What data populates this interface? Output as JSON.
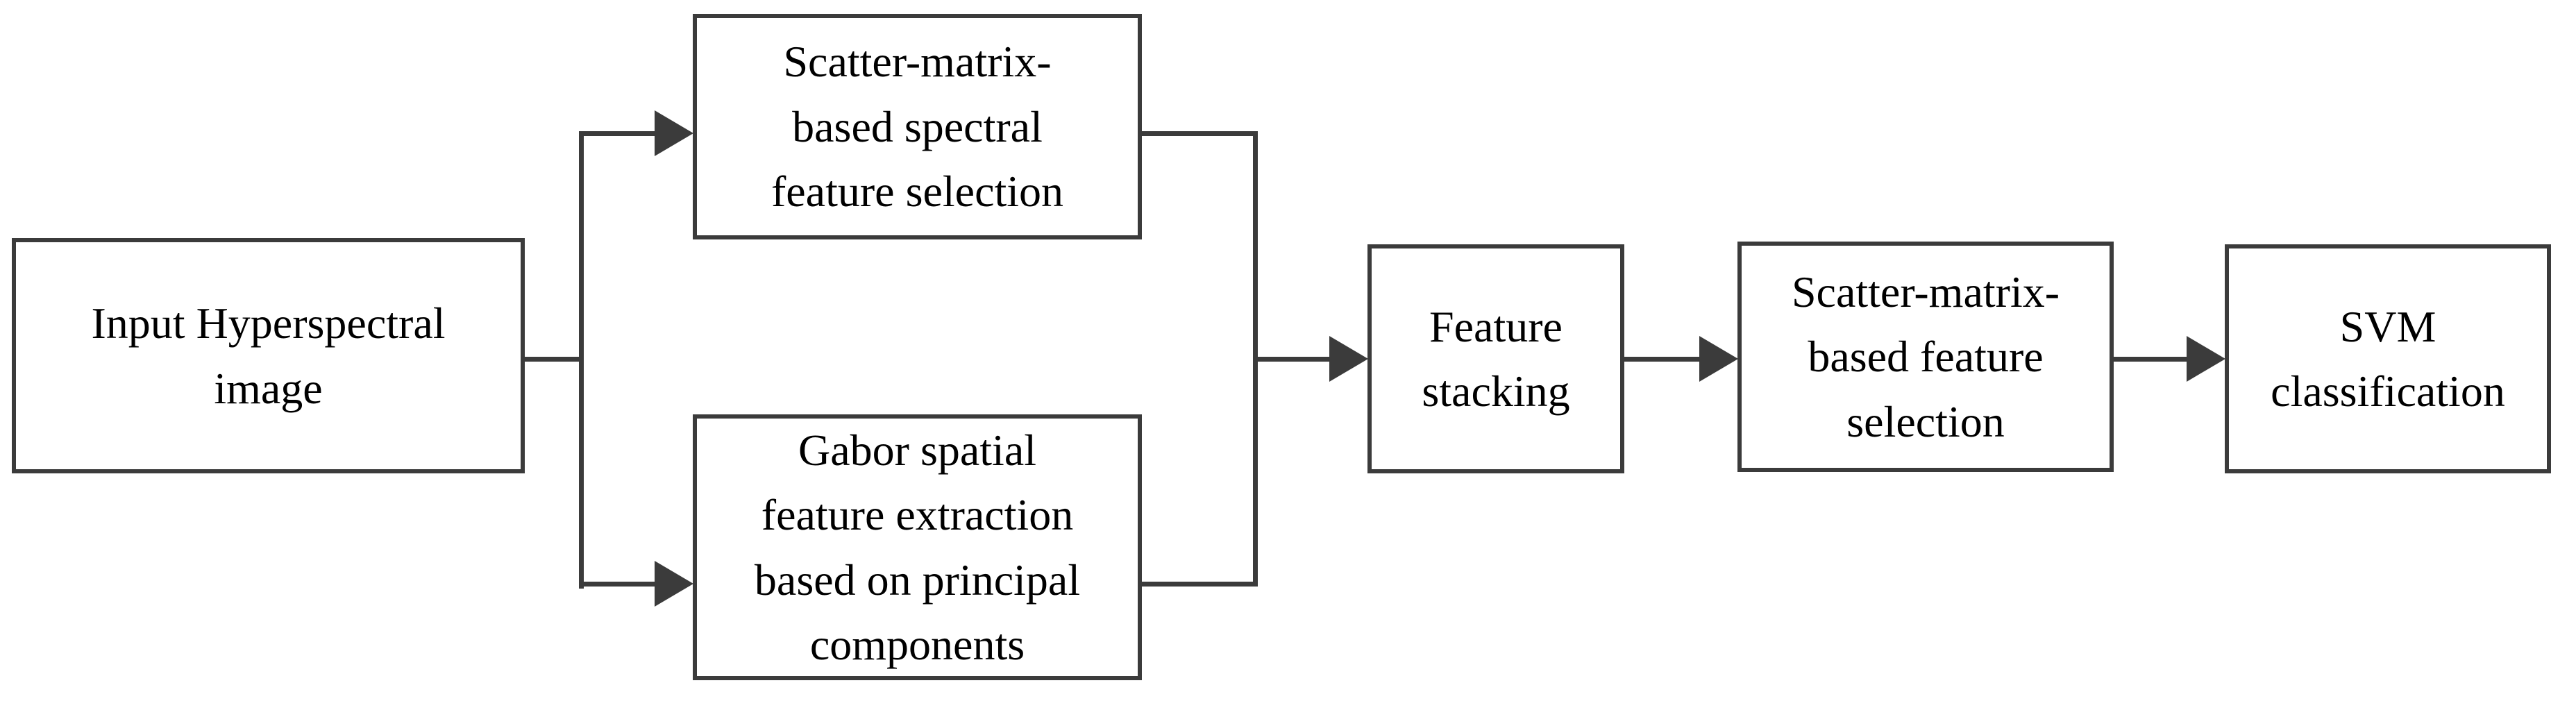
{
  "figure": {
    "background": "#ffffff",
    "line_color": "#3b3b3b",
    "text_color": "#000000",
    "type": "flowchart"
  },
  "nodes": [
    {
      "id": "input-hyperspectral-image",
      "lines": [
        "Input Hyperspectral",
        "image"
      ]
    },
    {
      "id": "scatter-matrix-spectral-feature-selection",
      "lines": [
        "Scatter-matrix-",
        "based spectral",
        "feature selection"
      ]
    },
    {
      "id": "gabor-spatial-feature-extraction",
      "lines": [
        "Gabor spatial",
        "feature extraction",
        "based on principal",
        "components"
      ]
    },
    {
      "id": "feature-stacking",
      "lines": [
        "Feature",
        "stacking"
      ]
    },
    {
      "id": "scatter-matrix-feature-selection",
      "lines": [
        "Scatter-matrix-",
        "based feature",
        "selection"
      ]
    },
    {
      "id": "svm-classification",
      "lines": [
        "SVM",
        "classification"
      ]
    }
  ],
  "connections": [
    {
      "from": "input-hyperspectral-image",
      "to": "scatter-matrix-spectral-feature-selection"
    },
    {
      "from": "input-hyperspectral-image",
      "to": "gabor-spatial-feature-extraction"
    },
    {
      "from": "scatter-matrix-spectral-feature-selection",
      "to": "feature-stacking"
    },
    {
      "from": "gabor-spatial-feature-extraction",
      "to": "feature-stacking"
    },
    {
      "from": "feature-stacking",
      "to": "scatter-matrix-feature-selection"
    },
    {
      "from": "scatter-matrix-feature-selection",
      "to": "svm-classification"
    }
  ]
}
